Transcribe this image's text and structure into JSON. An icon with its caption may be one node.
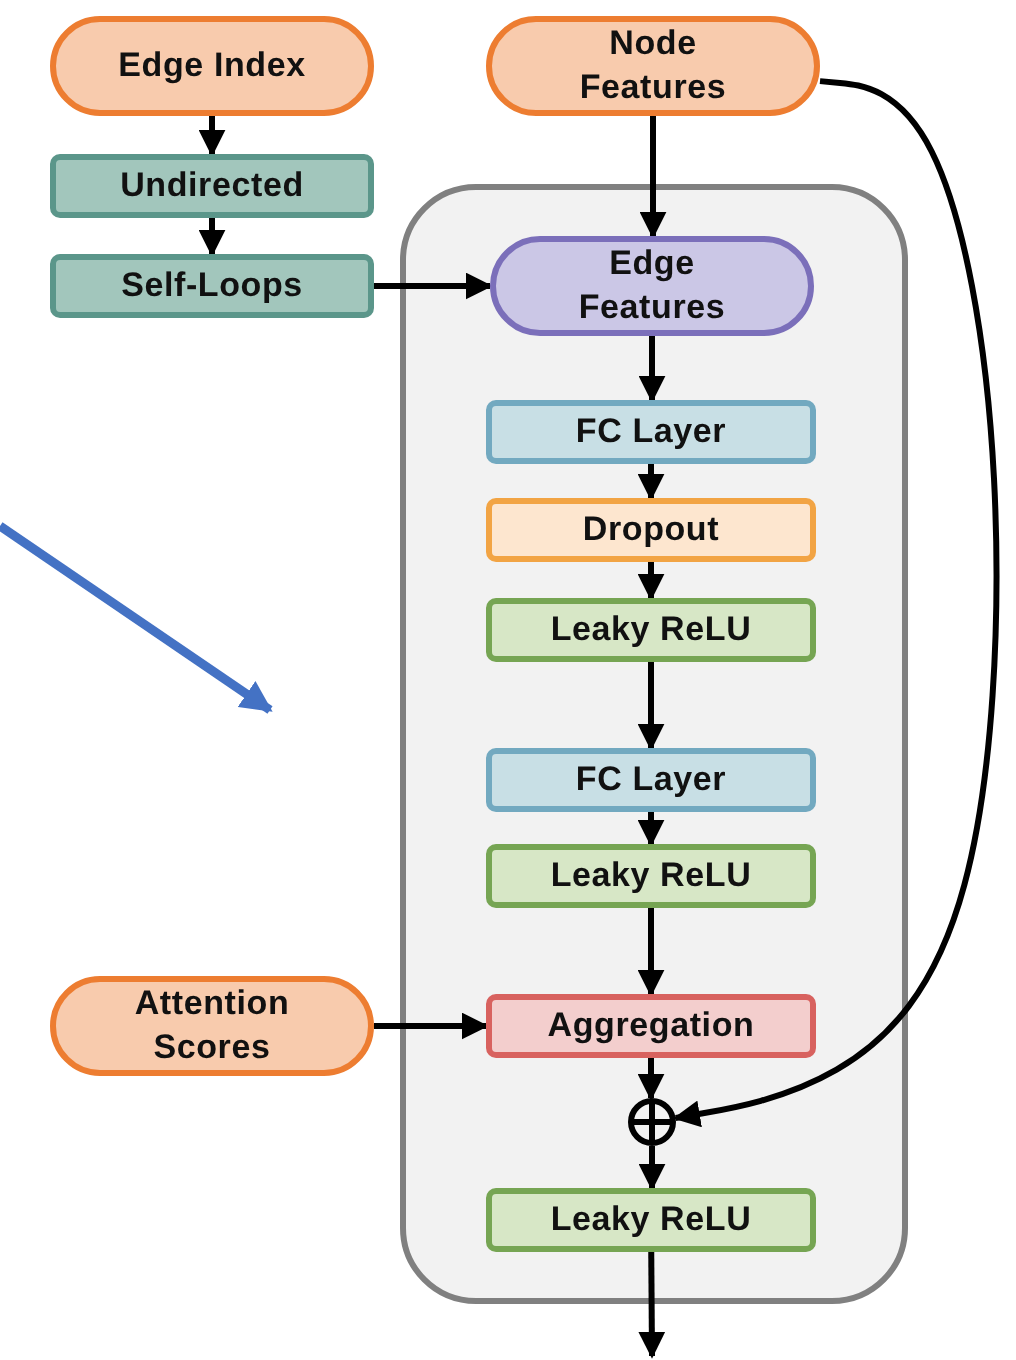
{
  "diagram": {
    "nodes": [
      {
        "text": [
          "Edge Index"
        ]
      },
      {
        "text": [
          "Node Features"
        ]
      },
      {
        "text": [
          "Undirected"
        ]
      },
      {
        "text": [
          "Self-Loops"
        ]
      },
      {
        "text": [],
        "shape": "box"
      },
      {
        "text": [
          "Edge Features"
        ],
        "in": 4
      },
      {
        "text": [
          "FC Layer"
        ],
        "in": 4
      },
      {
        "text": [
          "Dropout"
        ],
        "in": 4
      },
      {
        "text": [
          "Leaky ReLU"
        ],
        "in": 4
      },
      {
        "text": [
          "FC Layer"
        ],
        "in": 4
      },
      {
        "text": [
          "Leaky ReLU"
        ],
        "in": 4
      },
      {
        "text": [
          "Attention Scores"
        ]
      },
      {
        "text": [
          "Aggregation"
        ],
        "in": 4
      },
      {
        "text": [],
        "shape": "circle",
        "in": 4
      },
      {
        "text": [
          "Leaky ReLU"
        ],
        "in": 4
      }
    ],
    "edges": [
      {
        "from": 0,
        "to": 2,
        "arrow": "to"
      },
      {
        "from": 2,
        "to": 3,
        "arrow": "to"
      },
      {
        "from": 3,
        "to": 5,
        "arrow": "to"
      },
      {
        "from": 1,
        "to": 5,
        "arrow": "to"
      },
      {
        "from": 5,
        "to": 6,
        "arrow": "to"
      },
      {
        "from": 6,
        "to": 7,
        "arrow": "to"
      },
      {
        "from": 7,
        "to": 8,
        "arrow": "to"
      },
      {
        "from": 8,
        "to": 9,
        "arrow": "to"
      },
      {
        "from": 9,
        "to": 10,
        "arrow": "to"
      },
      {
        "from": 10,
        "to": 12,
        "arrow": "to"
      },
      {
        "from": 11,
        "to": 12,
        "arrow": "to"
      },
      {
        "from": 12,
        "to": 13,
        "arrow": "to"
      },
      {
        "from": 1,
        "to": 13,
        "arrow": "to"
      },
      {
        "from": 13,
        "to": 14,
        "arrow": "to"
      },
      {
        "from": 14,
        "to": null,
        "arrow": "to"
      }
    ]
  }
}
